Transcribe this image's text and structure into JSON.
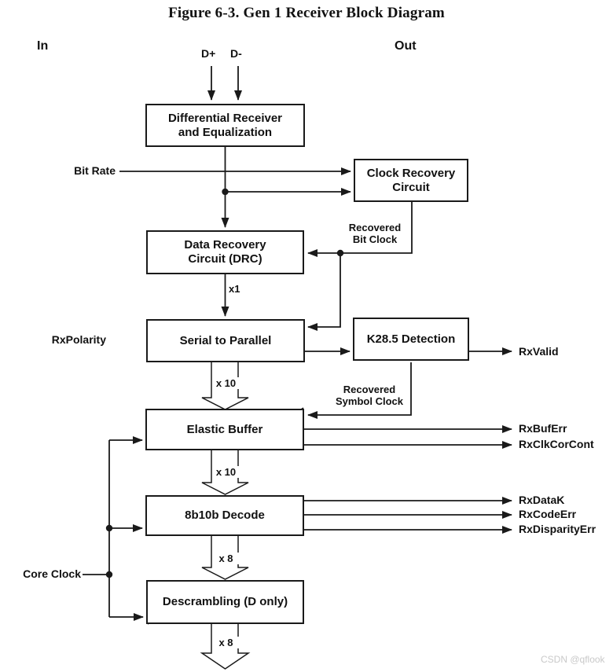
{
  "title": "Figure 6-3.  Gen 1 Receiver Block Diagram",
  "side_labels": {
    "in": "In",
    "out": "Out"
  },
  "inputs": {
    "d_plus": "D+",
    "d_minus": "D-",
    "bit_rate": "Bit Rate",
    "rx_polarity": "RxPolarity",
    "core_clock": "Core Clock"
  },
  "blocks": {
    "diff_receiver": "Differential Receiver\nand Equalization",
    "clock_recovery": "Clock Recovery\nCircuit",
    "drc": "Data Recovery\nCircuit (DRC)",
    "serial_to_parallel": "Serial to Parallel",
    "k28_5": "K28.5 Detection",
    "elastic_buffer": "Elastic Buffer",
    "decode_8b10b": "8b10b Decode",
    "descrambling": "Descrambling (D only)"
  },
  "signals": {
    "recovered_bit_clock": "Recovered\nBit Clock",
    "recovered_symbol_clock": "Recovered\nSymbol Clock",
    "x1": "x1",
    "x10_a": "x 10",
    "x10_b": "x 10",
    "x8_a": "x 8",
    "x8_b": "x 8"
  },
  "outputs": {
    "rx_valid": "RxValid",
    "rx_buf_err": "RxBufErr",
    "rx_clk_cor_cont": "RxClkCorCont",
    "rx_data_k": "RxDataK",
    "rx_code_err": "RxCodeErr",
    "rx_disparity_err": "RxDisparityErr"
  },
  "watermark": "CSDN @qflook",
  "colors": {
    "line": "#1a1a1a",
    "box_border": "#1a1a1a",
    "watermark": "#c9c9c9",
    "background": "#ffffff"
  }
}
